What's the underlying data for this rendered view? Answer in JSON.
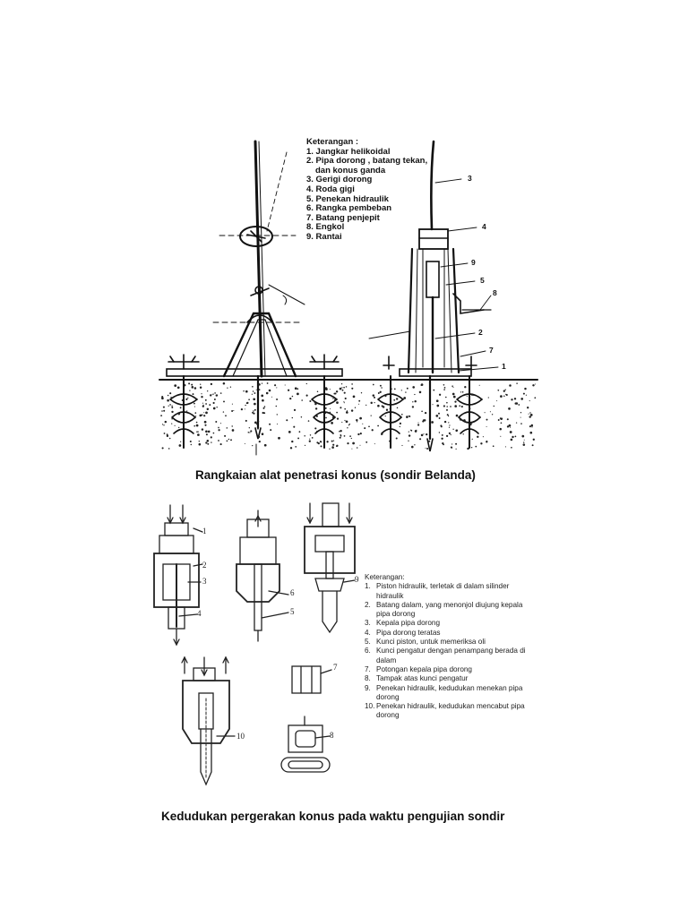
{
  "figure1": {
    "legend_title": "Keterangan :",
    "legend_items": [
      "1. Jangkar helikoidal",
      "2. Pipa dorong , batang tekan,",
      "dan konus ganda",
      "3. Gerigi dorong",
      "4. Roda gigi",
      "5. Penekan hidraulik",
      "6. Rangka pembeban",
      "7. Batang penjepit",
      "8. Engkol",
      "9. Rantai"
    ],
    "callouts": [
      "3",
      "4",
      "9",
      "5",
      "8",
      "2",
      "7",
      "1"
    ],
    "caption": "Rangkaian alat penetrasi konus (sondir Belanda)"
  },
  "figure2": {
    "legend_title": "Keterangan:",
    "legend_items": [
      {
        "num": "1.",
        "text": "Piston hidraulik, terletak di dalam silinder hidraulik"
      },
      {
        "num": "2.",
        "text": "Batang dalam, yang menonjol diujung kepala pipa  dorong"
      },
      {
        "num": "3.",
        "text": "Kepala pipa dorong"
      },
      {
        "num": "4.",
        "text": "Pipa dorong teratas"
      },
      {
        "num": "5.",
        "text": "Kunci piston, untuk memeriksa oli"
      },
      {
        "num": "6.",
        "text": "Kunci pengatur dengan penampang berada di dalam"
      },
      {
        "num": "7.",
        "text": "Potongan kepala pipa dorong"
      },
      {
        "num": "8.",
        "text": "Tampak atas kunci pengatur"
      },
      {
        "num": "9.",
        "text": "Penekan hidraulik, kedudukan menekan pipa dorong"
      },
      {
        "num": "10.",
        "text": "Penekan hidraulik, kedudukan mencabut pipa dorong"
      }
    ],
    "callouts": [
      "1",
      "2",
      "3",
      "4",
      "6",
      "5",
      "9",
      "7",
      "10",
      "8"
    ],
    "caption": "Kedudukan pergerakan konus pada waktu pengujian sondir"
  }
}
